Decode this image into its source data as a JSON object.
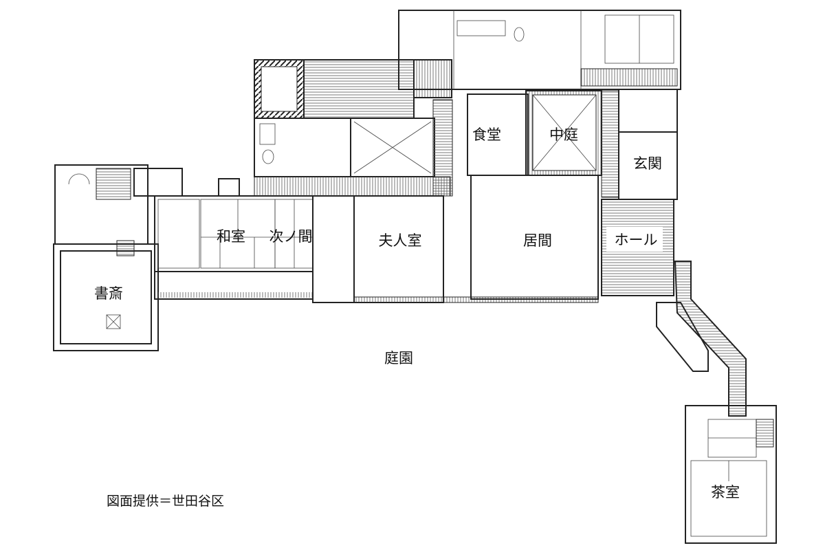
{
  "plan": {
    "rooms": {
      "study": "書斎",
      "washitsu": "和室",
      "tsuginoma": "次ノ間",
      "wife_room": "夫人室",
      "dining": "食堂",
      "courtyard": "中庭",
      "entrance": "玄関",
      "living": "居間",
      "hall": "ホール",
      "garden": "庭園",
      "tea_room": "茶室"
    },
    "credit": "図面提供＝世田谷区",
    "colors": {
      "line": "#222222",
      "background": "#ffffff"
    }
  }
}
